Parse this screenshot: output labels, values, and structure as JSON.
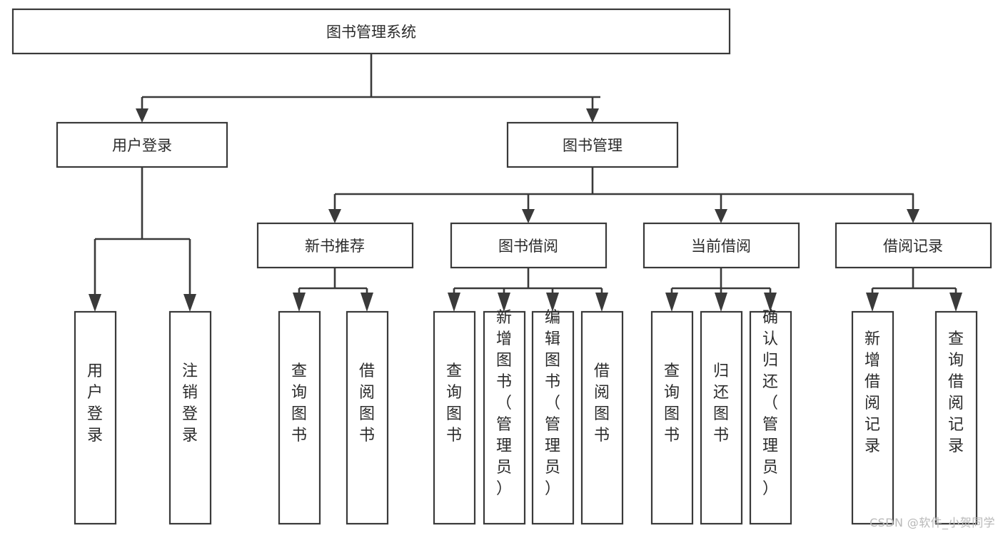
{
  "diagram": {
    "type": "tree",
    "title": "图书管理系统",
    "orientation": "top-down",
    "colors": {
      "box_stroke": "#3a3a3a",
      "box_fill": "#ffffff",
      "connector": "#3a3a3a",
      "text": "#2b2b2b",
      "background": "#ffffff",
      "watermark": "#b8b8b8"
    },
    "levels": {
      "root": "图书管理系统",
      "level2": [
        "用户登录",
        "图书管理"
      ],
      "level3": [
        "新书推荐",
        "图书借阅",
        "当前借阅",
        "借阅记录"
      ],
      "level4_orientation": "vertical-text"
    },
    "nodes": {
      "root": {
        "label": "图书管理系统"
      },
      "user_login": {
        "label": "用户登录"
      },
      "book_manage": {
        "label": "图书管理"
      },
      "new_book_rec": {
        "label": "新书推荐"
      },
      "book_borrow": {
        "label": "图书借阅"
      },
      "current_borrow": {
        "label": "当前借阅"
      },
      "borrow_record": {
        "label": "借阅记录"
      }
    },
    "leaves": {
      "user_login": [
        "用户登录",
        "注销登录"
      ],
      "new_book_rec": [
        "查询图书",
        "借阅图书"
      ],
      "book_borrow": [
        "查询图书",
        "新增图书（管理员）",
        "编辑图书（管理员）",
        "借阅图书"
      ],
      "current_borrow": [
        "查询图书",
        "归还图书",
        "确认归还（管理员）"
      ],
      "borrow_record": [
        "新增借阅记录",
        "查询借阅记录"
      ]
    },
    "edges": [
      {
        "from": "图书管理系统",
        "to": "用户登录"
      },
      {
        "from": "图书管理系统",
        "to": "图书管理"
      },
      {
        "from": "图书管理",
        "to": "新书推荐"
      },
      {
        "from": "图书管理",
        "to": "图书借阅"
      },
      {
        "from": "图书管理",
        "to": "当前借阅"
      },
      {
        "from": "图书管理",
        "to": "借阅记录"
      },
      {
        "from": "用户登录",
        "to": "用户登录"
      },
      {
        "from": "用户登录",
        "to": "注销登录"
      },
      {
        "from": "新书推荐",
        "to": "查询图书"
      },
      {
        "from": "新书推荐",
        "to": "借阅图书"
      },
      {
        "from": "图书借阅",
        "to": "查询图书"
      },
      {
        "from": "图书借阅",
        "to": "新增图书（管理员）"
      },
      {
        "from": "图书借阅",
        "to": "编辑图书（管理员）"
      },
      {
        "from": "图书借阅",
        "to": "借阅图书"
      },
      {
        "from": "当前借阅",
        "to": "查询图书"
      },
      {
        "from": "当前借阅",
        "to": "归还图书"
      },
      {
        "from": "当前借阅",
        "to": "确认归还（管理员）"
      },
      {
        "from": "借阅记录",
        "to": "新增借阅记录"
      },
      {
        "from": "借阅记录",
        "to": "查询借阅记录"
      }
    ]
  },
  "watermark": {
    "text": "CSDN @软件_小贺同学"
  }
}
